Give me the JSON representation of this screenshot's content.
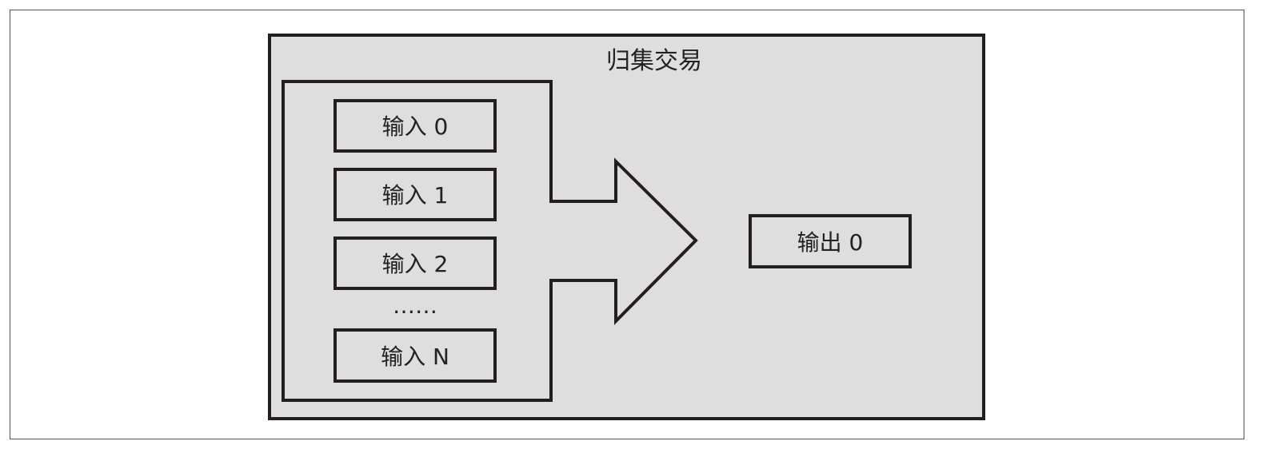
{
  "title": "归集交易",
  "inputs": [
    {
      "label": "输入 0"
    },
    {
      "label": "输入 1"
    },
    {
      "label": "输入 2"
    },
    {
      "label": "输入 N"
    }
  ],
  "ellipsis": "……",
  "output": {
    "label": "输出 0"
  },
  "colors": {
    "fill": "#dedede",
    "stroke": "#231f20",
    "frame": "#555555"
  }
}
